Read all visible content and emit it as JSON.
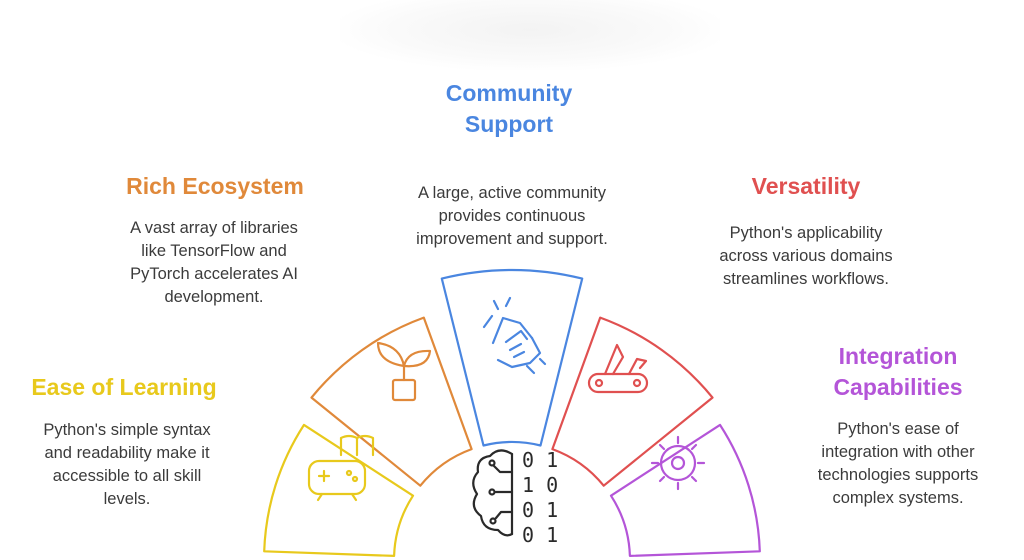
{
  "colors": {
    "ease": "#e8c91c",
    "ecosystem": "#e0893a",
    "community": "#4a86e0",
    "versatility": "#e05050",
    "integration": "#b455d8",
    "center": "#2a2a2a"
  },
  "sections": {
    "ease": {
      "title": "Ease of Learning",
      "description": "Python's simple syntax\nand readability make it\naccessible to all skill\nlevels.",
      "icon": "gamepad-book-icon"
    },
    "ecosystem": {
      "title": "Rich Ecosystem",
      "description": "A vast array of libraries\nlike TensorFlow and\nPyTorch accelerates AI\ndevelopment.",
      "icon": "plant-icon"
    },
    "community": {
      "title": "Community\nSupport",
      "description": "A large, active community\nprovides continuous\nimprovement and support.",
      "icon": "handshake-icon"
    },
    "versatility": {
      "title": "Versatility",
      "description": "Python's applicability\nacross various domains\nstreamlines workflows.",
      "icon": "swiss-knife-icon"
    },
    "integration": {
      "title": "Integration\nCapabilities",
      "description": "Python's ease of\nintegration with other\ntechnologies supports\ncomplex systems.",
      "icon": "gear-icon"
    }
  },
  "center": {
    "icon": "brain-binary-icon",
    "binary_rows": [
      "0 1",
      "1 0",
      "0 1",
      "0 1"
    ]
  }
}
